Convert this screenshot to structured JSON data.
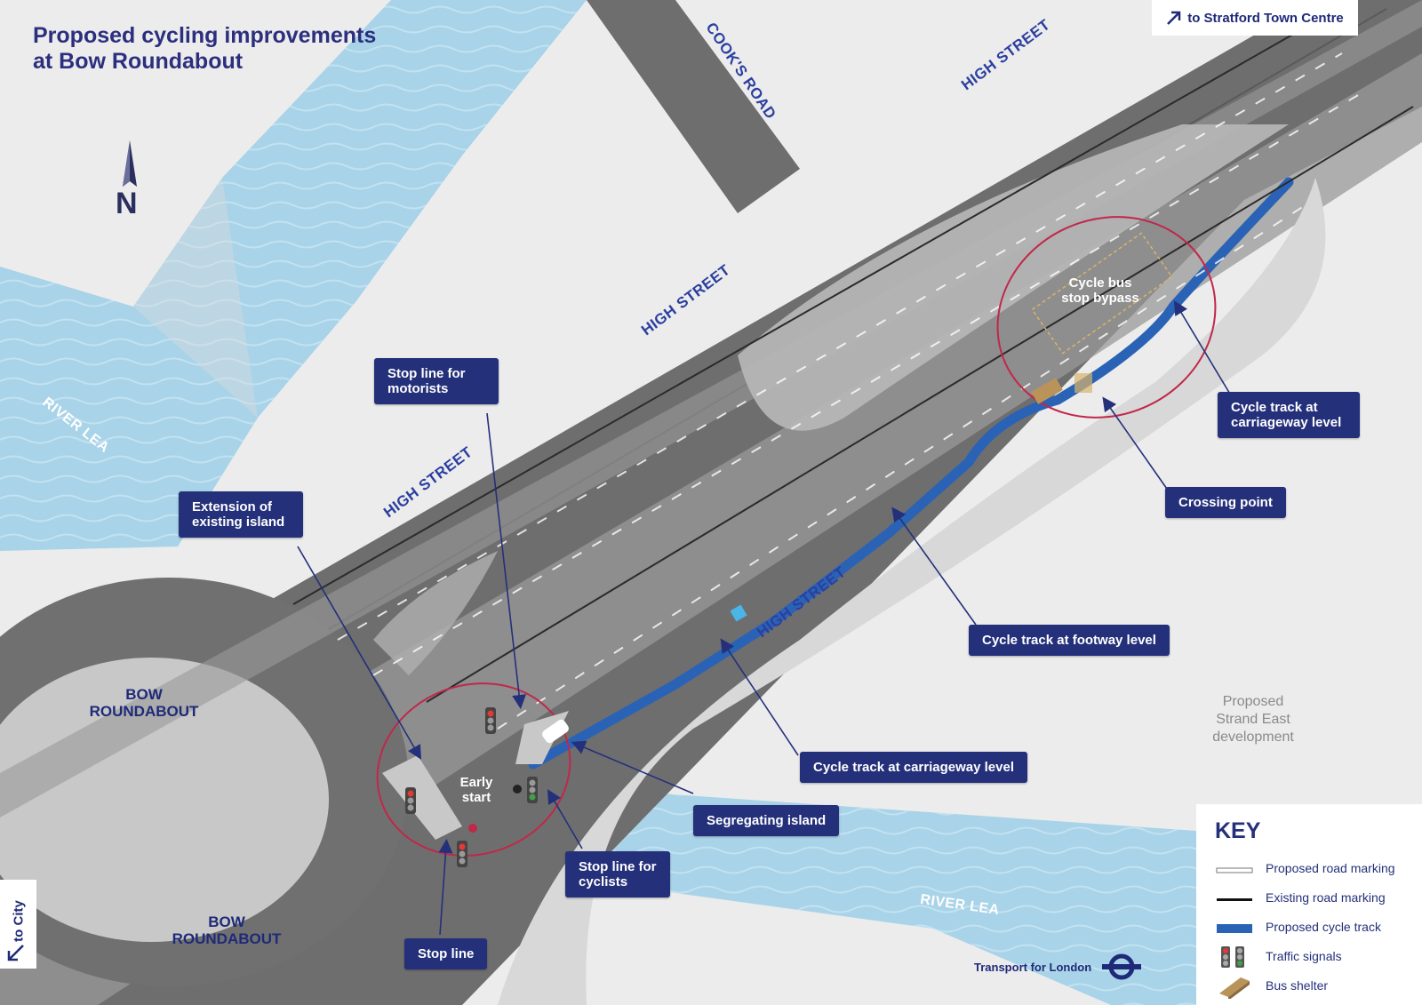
{
  "title": {
    "line1": "Proposed cycling improvements",
    "line2": "at Bow Roundabout"
  },
  "north_label": "N",
  "direction_signs": {
    "stratford": "to Stratford Town Centre",
    "city": "to City"
  },
  "road_labels": {
    "high_street_1": "HIGH STREET",
    "high_street_2": "HIGH STREET",
    "high_street_3": "HIGH STREET",
    "high_street_4": "HIGH STREET",
    "cooks_road": "COOK'S ROAD"
  },
  "river_labels": {
    "river_lea_1": "RIVER LEA",
    "river_lea_2": "RIVER LEA"
  },
  "places": {
    "bow_roundabout_1": "BOW ROUNDABOUT",
    "bow_roundabout_2": "BOW ROUNDABOUT",
    "strand_east": "Proposed Strand East development"
  },
  "map_text": {
    "cycle_bus_stop_bypass": "Cycle bus stop bypass",
    "early_start": "Early start"
  },
  "callouts": {
    "stop_line_motorists": "Stop line for motorists",
    "extension_island": "Extension of existing island",
    "cycle_track_carriageway_upper": "Cycle track at carriageway level",
    "crossing_point": "Crossing point",
    "cycle_track_footway": "Cycle track at footway level",
    "cycle_track_carriageway_lower": "Cycle track at carriageway level",
    "segregating_island": "Segregating island",
    "stop_line_cyclists": "Stop line for cyclists",
    "stop_line": "Stop line"
  },
  "key": {
    "title": "KEY",
    "items": [
      {
        "label": "Proposed road marking",
        "icon": "double-line"
      },
      {
        "label": "Existing road marking",
        "icon": "black-line"
      },
      {
        "label": "Proposed cycle track",
        "icon": "blue-bar"
      },
      {
        "label": "Traffic signals",
        "icon": "traffic-signals-icon"
      },
      {
        "label": "Bus shelter",
        "icon": "bus-shelter-icon"
      }
    ]
  },
  "branding": {
    "name": "Transport for London"
  },
  "colors": {
    "cycle_track": "#2a63b5",
    "callout_bg": "#24307a",
    "river": "#a9d3e8",
    "road": "#707070",
    "highlight_ring": "#c0284a"
  }
}
